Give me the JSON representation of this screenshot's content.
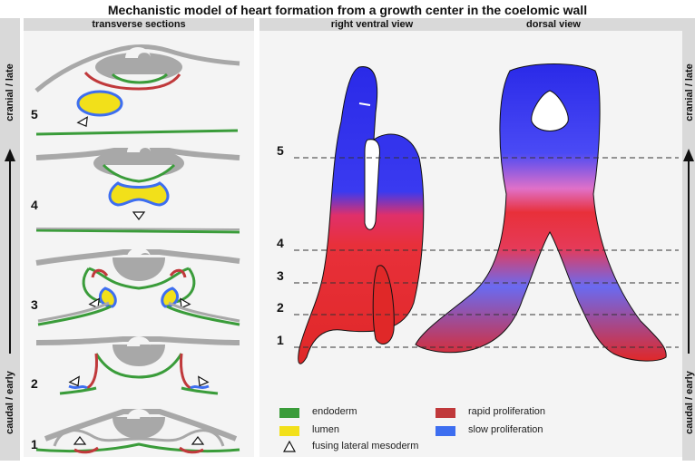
{
  "title": "Mechanistic model of heart formation from a growth center in the coelomic wall",
  "headers": {
    "left": "transverse sections",
    "mid": "right ventral view",
    "right": "dorsal view"
  },
  "axis": {
    "top_left": "cranial / late",
    "bottom_left": "caudal / early",
    "top_right": "cranial / late",
    "bottom_right": "caudal / early"
  },
  "stages": [
    "5",
    "4",
    "3",
    "2",
    "1"
  ],
  "levels": [
    "5",
    "4",
    "3",
    "2",
    "1"
  ],
  "legend": {
    "endoderm": "endoderm",
    "lumen": "lumen",
    "fusing": "fusing lateral mesoderm",
    "rapid": "rapid proliferation",
    "slow": "slow proliferation"
  },
  "colors": {
    "endoderm": "#3a9c3a",
    "lumen": "#f2e01a",
    "rapid": "#c0393b",
    "slow": "#3d6ef0",
    "tissue": "#a8a8a8",
    "header": "#d9d9d9"
  }
}
